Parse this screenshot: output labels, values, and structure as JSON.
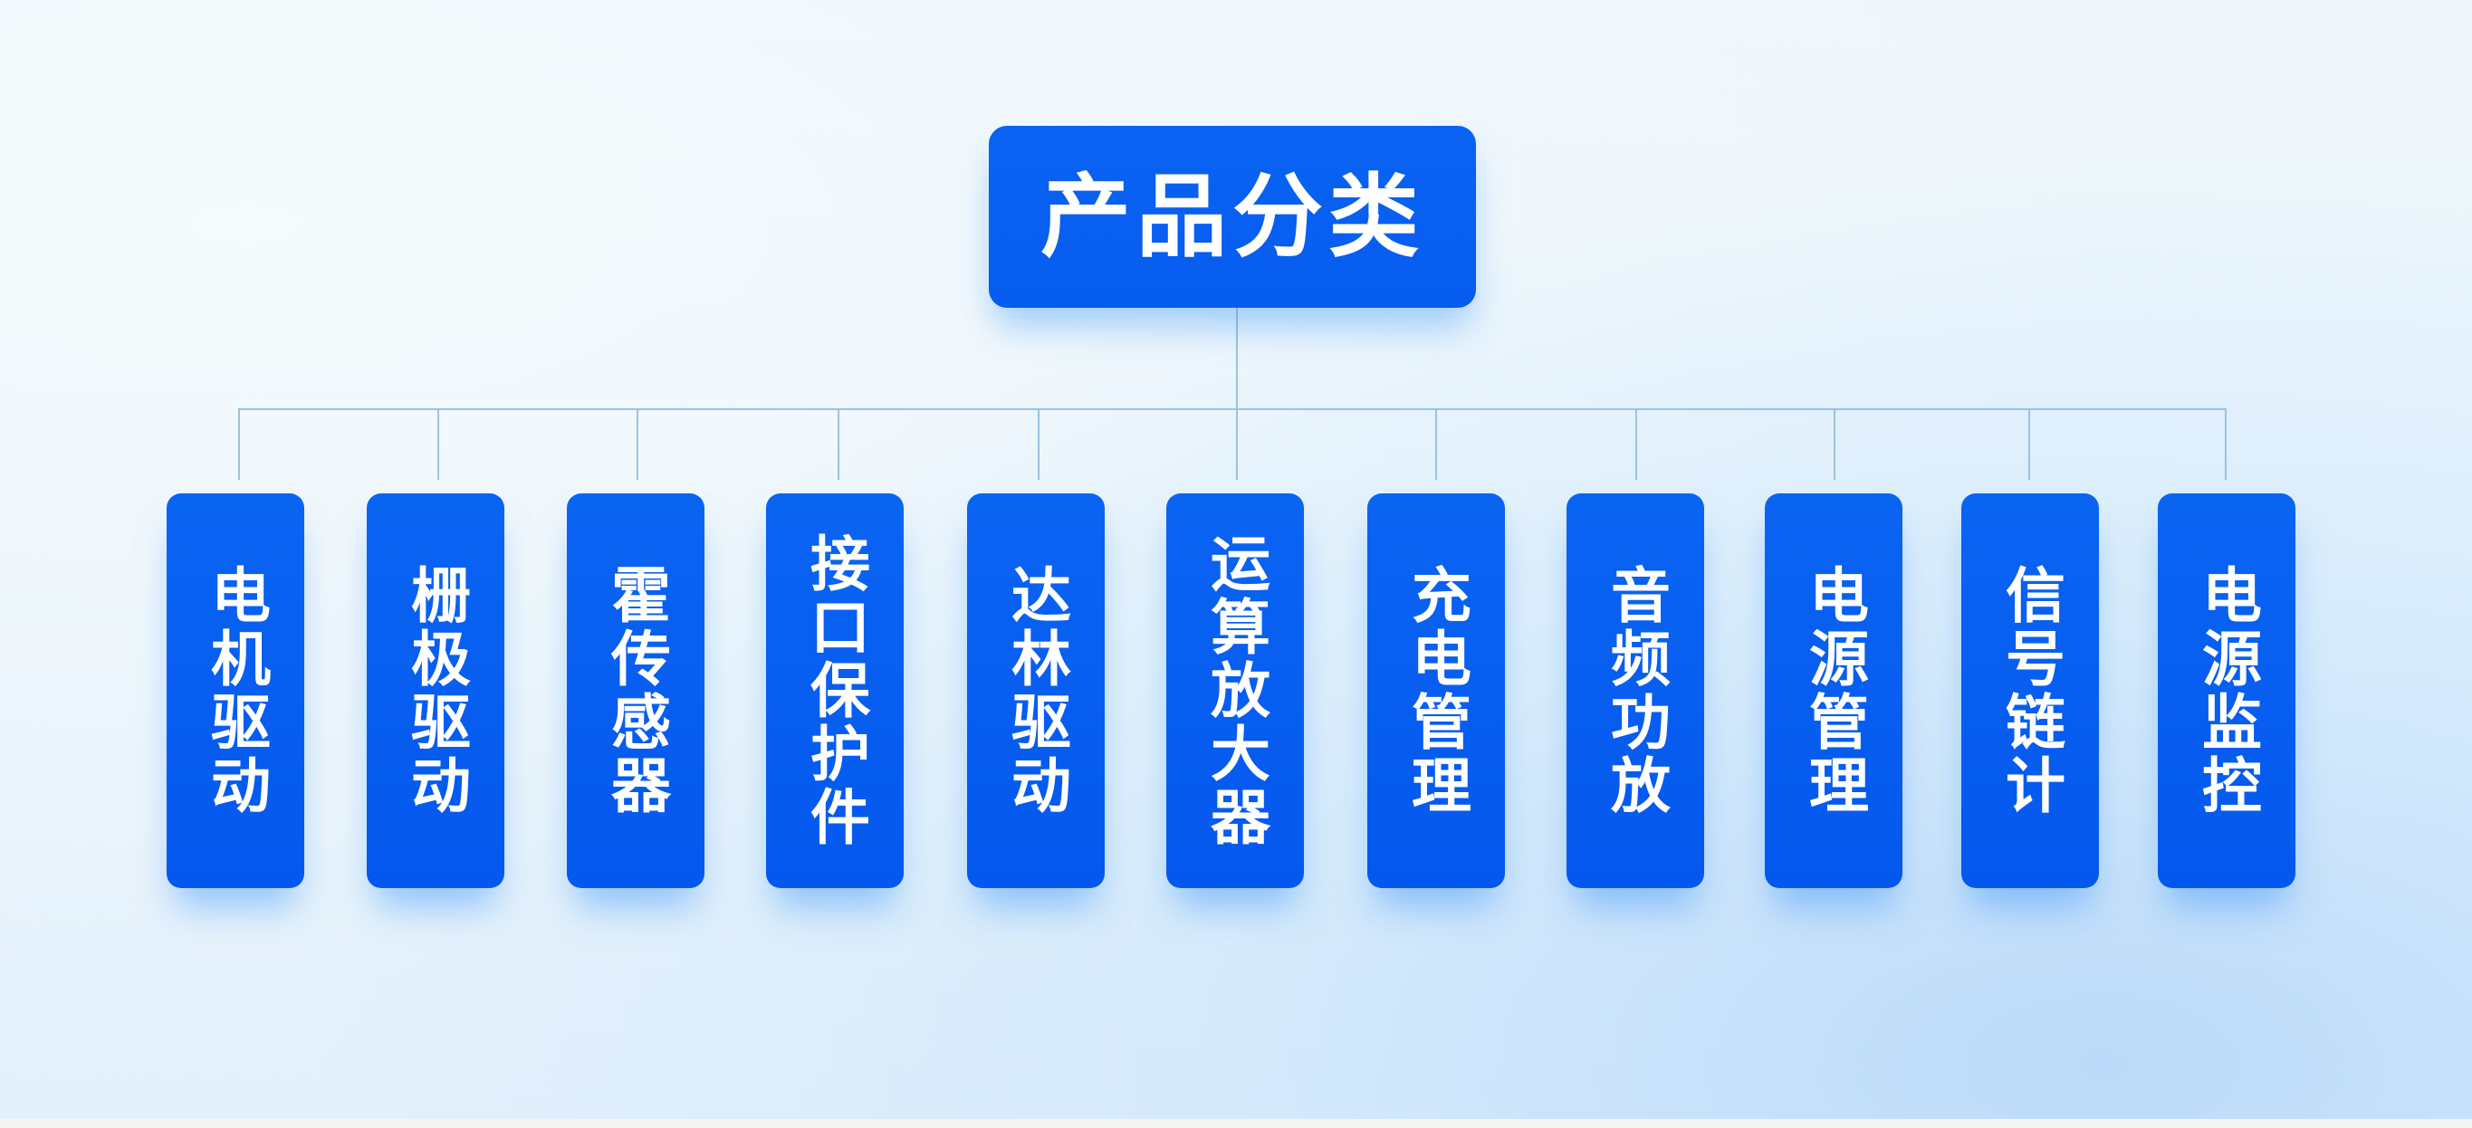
{
  "diagram": {
    "type": "tree",
    "root": {
      "label": "产品分类",
      "color": "#0a63f2"
    },
    "children": [
      {
        "label": "电机驱动"
      },
      {
        "label": "栅极驱动"
      },
      {
        "label": "霍传感器"
      },
      {
        "label": "接口保护件"
      },
      {
        "label": "达林驱动"
      },
      {
        "label": "运算放大器"
      },
      {
        "label": "充电管理"
      },
      {
        "label": "音频功放"
      },
      {
        "label": "电源管理"
      },
      {
        "label": "信号链计"
      },
      {
        "label": "电源监控"
      }
    ],
    "colors": {
      "node_fill": "#0a63f2",
      "node_text": "#ffffff",
      "connector": "#9cc2e0",
      "background": "#eaf5fc"
    }
  }
}
